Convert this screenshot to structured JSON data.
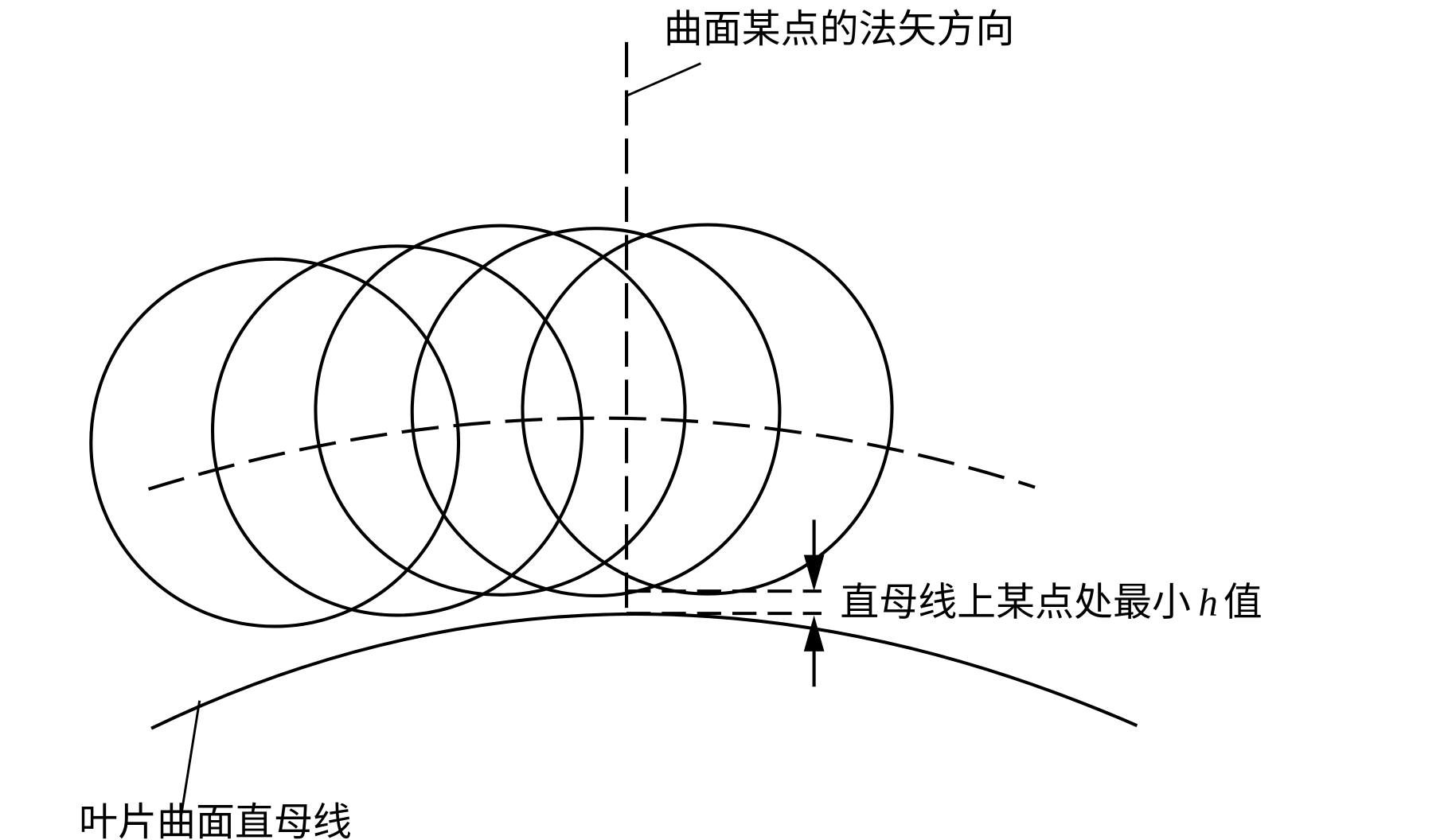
{
  "labels": {
    "normal_direction": "曲面某点的法矢方向",
    "min_h_prefix": "直母线上某点处最小",
    "min_h_var": "h",
    "min_h_suffix": "值",
    "ruling_line": "叶片曲面直母线"
  },
  "colors": {
    "stroke": "#000000",
    "background": "#ffffff"
  }
}
